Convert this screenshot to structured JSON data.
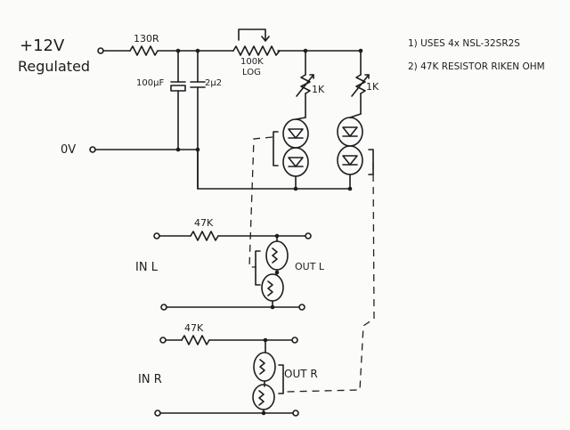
{
  "supply": {
    "voltage": "+12V",
    "note": "Regulated",
    "ground": "0V"
  },
  "components": {
    "r_series": "130R",
    "c_bulk": "100µF",
    "c_bypass": "2µ2",
    "pot_value": "100K",
    "pot_taper": "LOG",
    "trim_left": "1K",
    "trim_right": "1K",
    "r_in_left": "47K",
    "r_in_right": "47K"
  },
  "io": {
    "in_left": "IN L",
    "out_left": "OUT L",
    "in_right": "IN R",
    "out_right": "OUT R"
  },
  "notes": [
    "1) USES  4x NSL-32SR2S",
    "2) 47K  RESISTOR  RIKEN OHM"
  ]
}
